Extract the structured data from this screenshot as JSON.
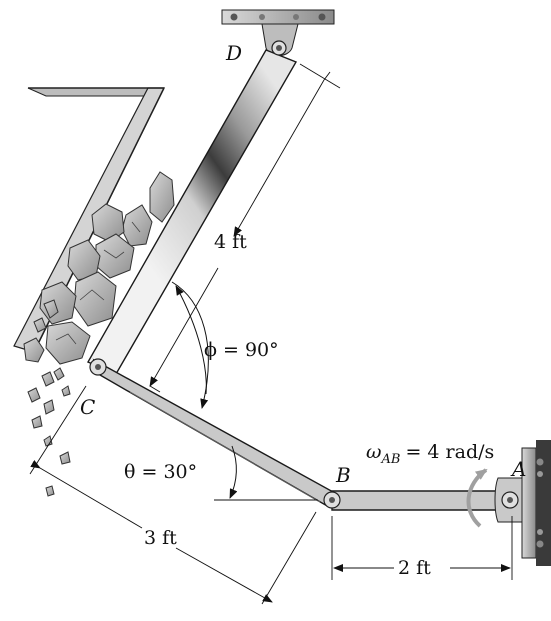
{
  "points": {
    "A": "A",
    "B": "B",
    "C": "C",
    "D": "D"
  },
  "dimensions": {
    "bd_length": "4 ft",
    "cb_length": "3 ft",
    "ab_length": "2 ft"
  },
  "angles": {
    "phi": "ϕ = 90°",
    "theta": "θ = 30°"
  },
  "angular_velocity": {
    "symbol": "ω",
    "subscript": "AB",
    "value": "= 4 rad/s"
  },
  "colors": {
    "link": "#c9c9c9",
    "link_stroke": "#1a1a1a",
    "rock": "#b8b8b8",
    "wall": "#9a9a9a",
    "arrow": "#a0a0a0"
  }
}
